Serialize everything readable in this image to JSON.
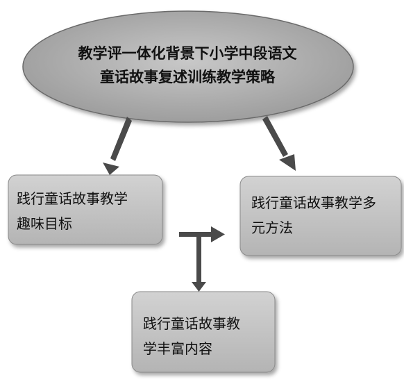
{
  "title": {
    "line1": "教学评一体化背景下小学中段语文",
    "line2": "童话故事复述训练教学策略"
  },
  "boxes": {
    "left": {
      "line1": "践行童话故事教学",
      "line2": "趣味目标"
    },
    "right": {
      "line1": "践行童话故事教学多",
      "line2": "元方法"
    },
    "bottom": {
      "line1": "践行童话故事教",
      "line2": "学丰富内容"
    }
  },
  "colors": {
    "ellipse_fill": "#b0b0b0",
    "box_fill": "#c2c2c2",
    "arrow": "#4a4a4a",
    "text": "#111111"
  }
}
